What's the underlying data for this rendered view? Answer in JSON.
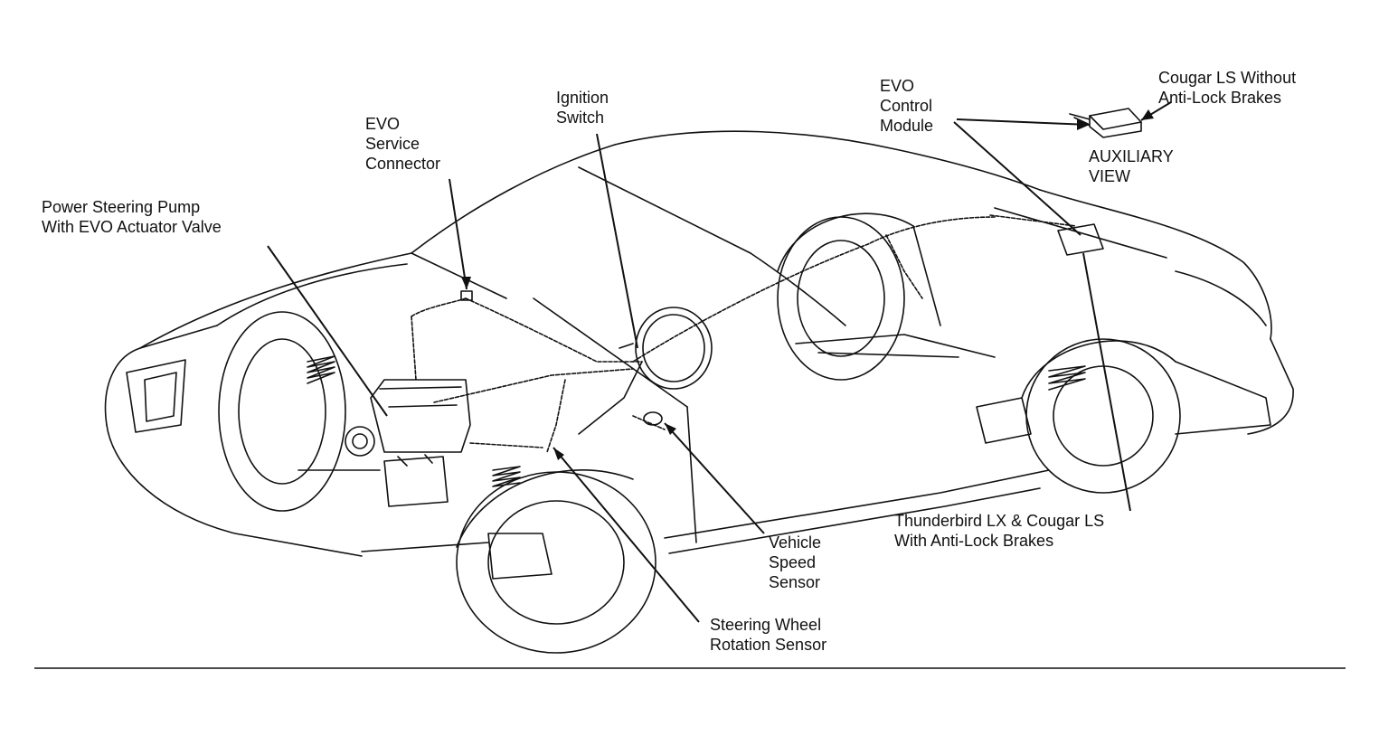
{
  "labels": {
    "power_steering_pump": "Power Steering Pump\nWith EVO Actuator Valve",
    "evo_service_connector": "EVO\nService\nConnector",
    "ignition_switch": "Ignition\nSwitch",
    "evo_control_module": "EVO\nControl\nModule",
    "cougar_ls_without_abs": "Cougar LS Without\nAnti-Lock Brakes",
    "auxiliary_view": "AUXILIARY\nVIEW",
    "thunderbird_lx_cougar_ls_abs": "Thunderbird LX & Cougar LS\nWith Anti-Lock Brakes",
    "vehicle_speed_sensor": "Vehicle\nSpeed\nSensor",
    "steering_wheel_rotation_sensor": "Steering Wheel\nRotation Sensor"
  },
  "colors": {
    "ink": "#111111",
    "paper": "#ffffff"
  }
}
